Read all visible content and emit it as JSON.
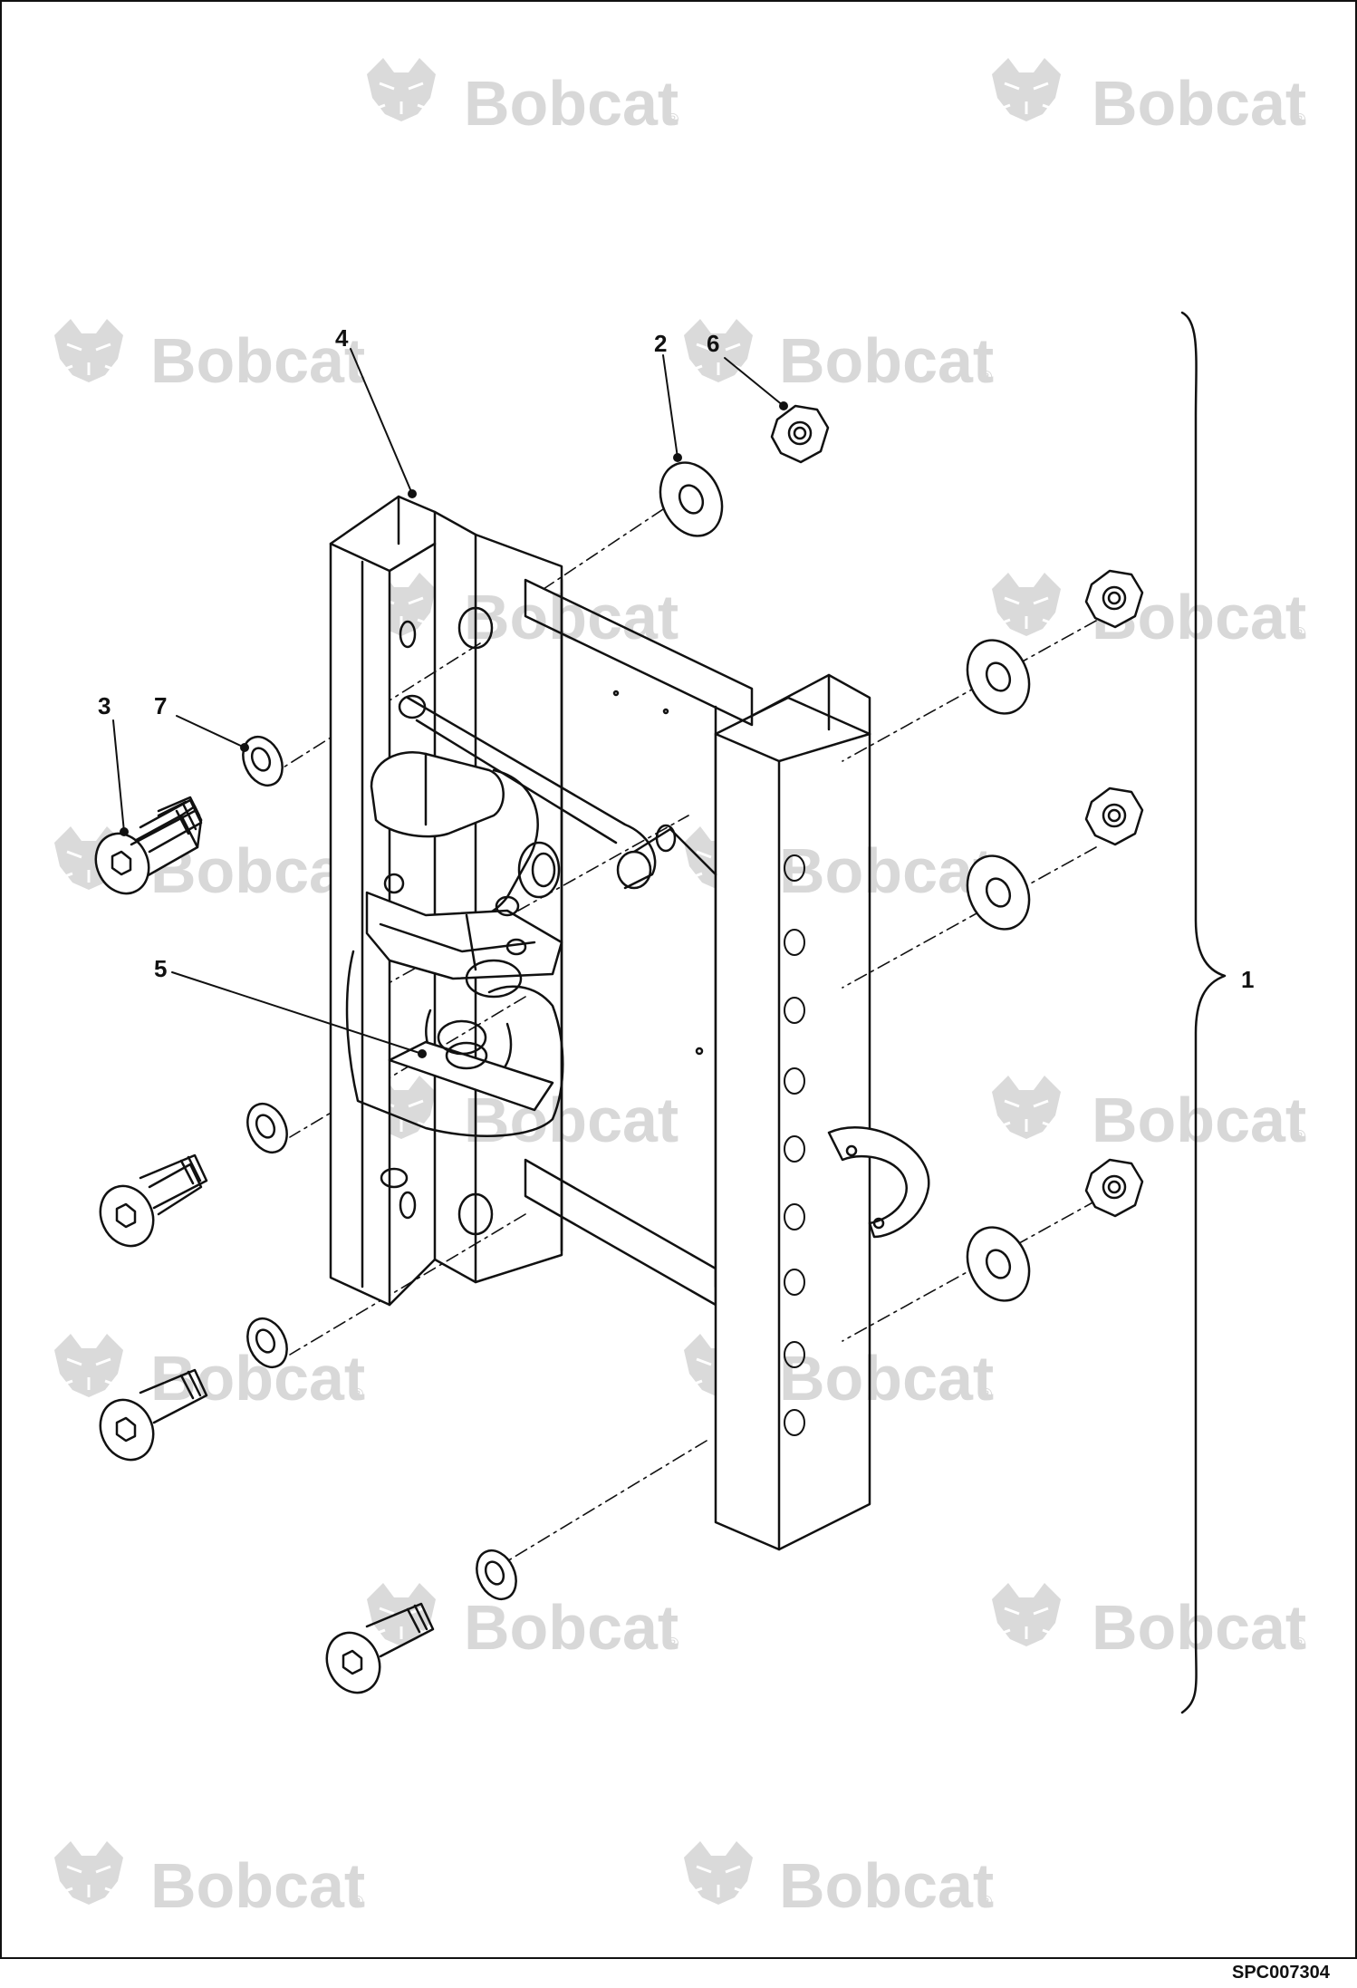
{
  "watermark": {
    "text": "Bobcat",
    "mark": "®",
    "logo": "bobcat-logo-icon",
    "color": "#d8d8d8"
  },
  "figure_code": "SPC007304",
  "callouts": {
    "c1": "1",
    "c2": "2",
    "c3": "3",
    "c4": "4",
    "c5": "5",
    "c6": "6",
    "c7": "7"
  },
  "colors": {
    "line": "#111111",
    "background": "#ffffff"
  }
}
